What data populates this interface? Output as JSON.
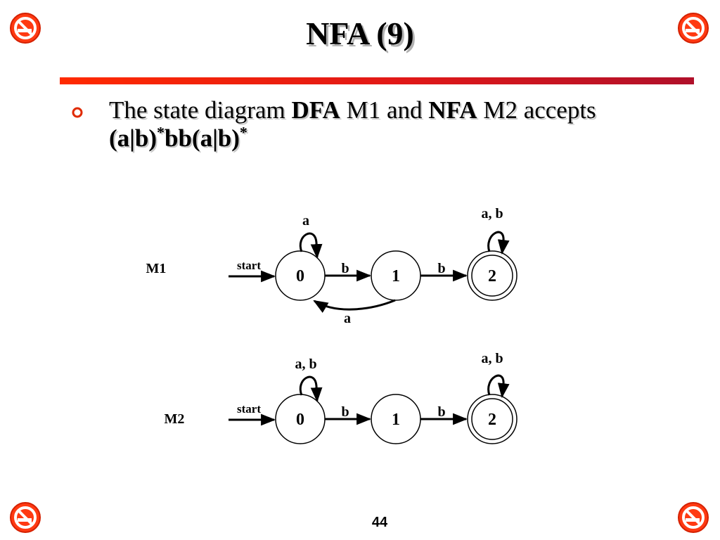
{
  "slide": {
    "title": "NFA (9)",
    "page_number": "44"
  },
  "bullet": {
    "t1": "The state diagram ",
    "t2": "DFA",
    "t3": " M1 and ",
    "t4": "NFA",
    "t5": " M2 accepts",
    "regex": {
      "p1": "(a|b)",
      "star1": "*",
      "p2": "bb(a|b)",
      "star2": "*"
    }
  },
  "diagram": {
    "m1": {
      "name": "M1",
      "start_label": "start",
      "states": [
        "0",
        "1",
        "2"
      ],
      "self_loop_0": "a",
      "self_loop_2": "a, b",
      "edge_0_1": "b",
      "edge_1_2": "b",
      "edge_1_0": "a",
      "accepting_state": "2"
    },
    "m2": {
      "name": "M2",
      "start_label": "start",
      "states": [
        "0",
        "1",
        "2"
      ],
      "self_loop_0": "a, b",
      "self_loop_2": "a, b",
      "edge_0_1": "b",
      "edge_1_2": "b",
      "accepting_state": "2"
    }
  },
  "colors": {
    "accent_red": "#ff2a00",
    "accent_dark_red": "#b0102a",
    "icon_fill": "#ff3300"
  },
  "icons": {
    "corner": "no-smoking-icon",
    "bullet": "circle-bullet-icon"
  }
}
